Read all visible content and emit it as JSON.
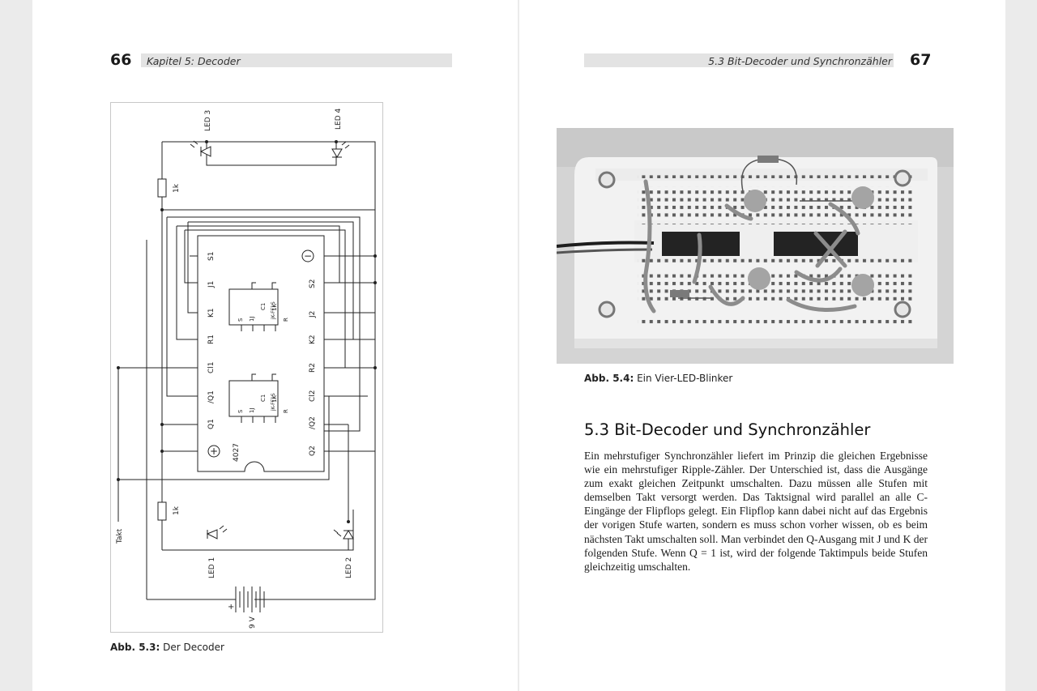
{
  "left_page": {
    "page_number": "66",
    "running_head": "Kapitel 5: Decoder",
    "figure": {
      "chip_label": "4027",
      "flipflop_label": "jK-FF1S",
      "ff_pins": [
        "S",
        "1J",
        "C1",
        "1K",
        "R"
      ],
      "left_pins": [
        "S1",
        "J1",
        "K1",
        "R1",
        "Cl1",
        "/Q1",
        "Q1"
      ],
      "right_pins": [
        "S2",
        "J2",
        "K2",
        "R2",
        "Cl2",
        "/Q2",
        "Q2"
      ],
      "minus_symbol": "−",
      "plus_symbol": "+",
      "led_top_left": "LED 3",
      "led_top_right": "LED 4",
      "led_bottom_left": "LED 1",
      "led_bottom_right": "LED 2",
      "resistor_top": "1k",
      "resistor_bottom": "1k",
      "takt_label": "Takt",
      "battery_plus": "+",
      "battery_voltage": "9 V"
    },
    "caption_label": "Abb. 5.3:",
    "caption_text": "Der Decoder"
  },
  "right_page": {
    "page_number": "67",
    "running_head": "5.3  Bit-Decoder und Synchronzähler",
    "caption_label": "Abb. 5.4:",
    "caption_text": "Ein Vier-LED-Blinker",
    "section_heading": "5.3  Bit-Decoder und Synchronzähler",
    "body_text": "Ein mehrstufiger Synchronzähler liefert im Prinzip die gleichen Ergebnisse wie ein mehrstufiger Ripple-Zähler. Der Unterschied ist, dass die Ausgänge zum exakt gleichen Zeitpunkt umschalten. Dazu müssen alle Stufen mit demselben Takt versorgt werden. Das Taktsignal wird parallel an alle C-Eingänge der Flipflops gelegt. Ein Flipflop kann dabei nicht auf das Ergebnis der vorigen Stufe warten, sondern es muss schon vorher wissen, ob es beim nächsten Takt umschalten soll. Man verbindet den Q-Ausgang mit J und K der folgenden Stufe. Wenn Q = 1 ist, wird der folgende Taktimpuls beide Stufen gleichzeitig umschalten."
  }
}
